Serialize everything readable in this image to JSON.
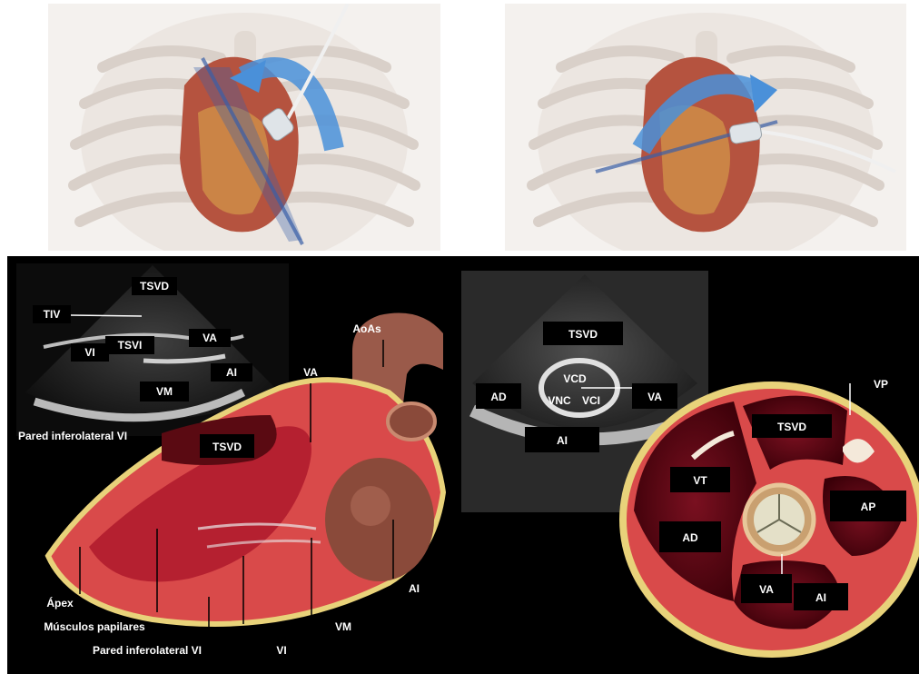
{
  "colors": {
    "probe_arrow": "#4a90d9",
    "myocardium": "#c8343a",
    "background": "#000000"
  },
  "parasternal_long_axis": {
    "echo_labels": {
      "tsvd": "TSVD",
      "tiv": "TIV",
      "vi": "VI",
      "tsvi": "TSVI",
      "va": "VA",
      "ai": "AI",
      "vm": "VM",
      "pared": "Pared inferolateral VI"
    },
    "anatomy_labels": {
      "aoas": "AoAs",
      "va": "VA",
      "tsvd": "TSVD",
      "ai": "AI",
      "apex": "Ápex",
      "musculos": "Músculos papilares",
      "vm": "VM",
      "pared": "Pared inferolateral VI",
      "vi": "VI"
    }
  },
  "parasternal_short_axis": {
    "echo_labels": {
      "tsvd": "TSVD",
      "vcd": "VCD",
      "ad": "AD",
      "va": "VA",
      "vnc": "VNC",
      "vci": "VCI",
      "ai": "AI"
    },
    "anatomy_labels": {
      "vp": "VP",
      "tsvd": "TSVD",
      "vt": "VT",
      "ap": "AP",
      "ad": "AD",
      "va": "VA",
      "ai": "AI"
    }
  }
}
